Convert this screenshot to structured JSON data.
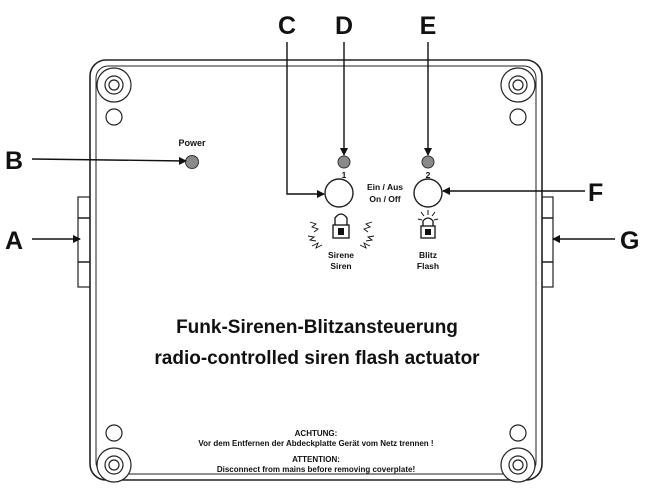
{
  "callouts": {
    "a": "A",
    "b": "B",
    "c": "C",
    "d": "D",
    "e": "E",
    "f": "F",
    "g": "G"
  },
  "device": {
    "power_label": "Power",
    "channel1_number": "1",
    "channel2_number": "2",
    "onoff_line1": "Ein / Aus",
    "onoff_line2": "On / Off",
    "siren_de": "Sirene",
    "siren_en": "Siren",
    "flash_de": "Blitz",
    "flash_en": "Flash",
    "title_de": "Funk-Sirenen-Blitzansteuerung",
    "title_en": "radio-controlled siren flash actuator",
    "warn_de_heading": "ACHTUNG:",
    "warn_de_text": "Vor dem Entfernen der Abdeckplatte Gerät vom Netz trennen !",
    "warn_en_heading": "ATTENTION:",
    "warn_en_text": "Disconnect from mains before removing coverplate!"
  }
}
